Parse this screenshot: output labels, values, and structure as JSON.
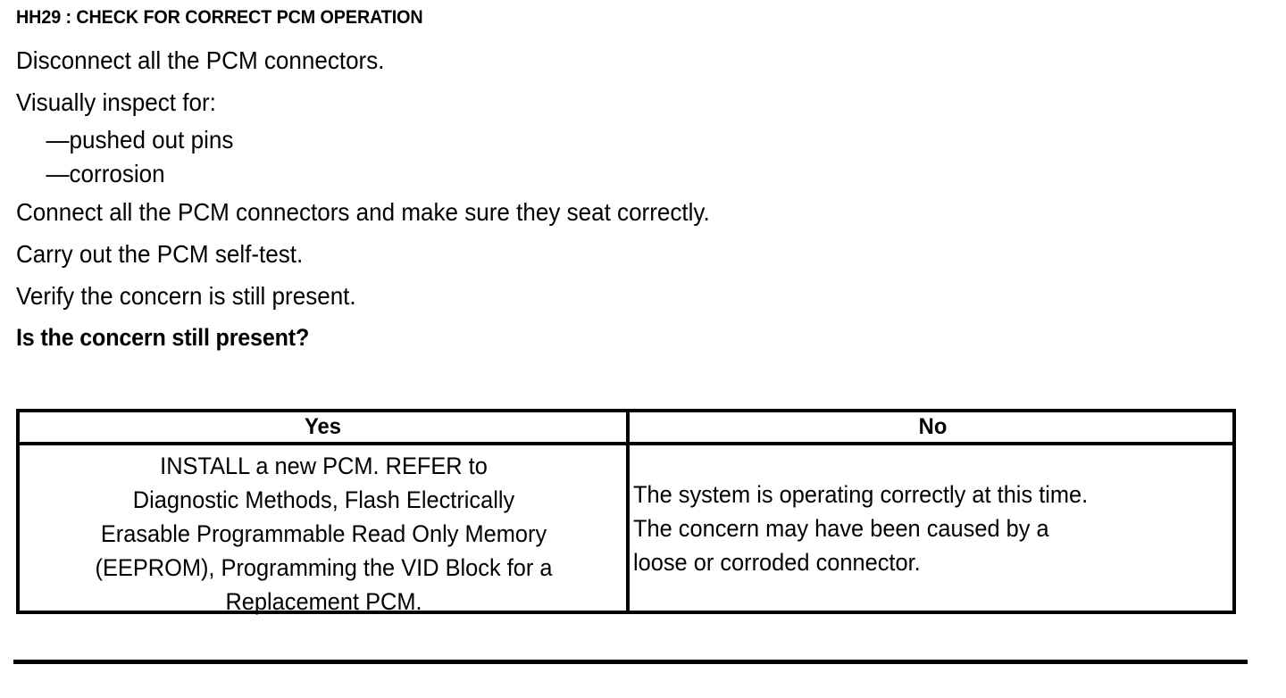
{
  "document": {
    "step_title": "HH29 : CHECK FOR CORRECT PCM OPERATION",
    "instructions": [
      {
        "text": "Disconnect all the PCM connectors.",
        "style": "normal"
      },
      {
        "text": "Visually inspect for:",
        "style": "normal"
      },
      {
        "text": "—pushed out pins",
        "style": "sub"
      },
      {
        "text": "—corrosion",
        "style": "sub"
      },
      {
        "text": "Connect all the PCM connectors and make sure they seat correctly.",
        "style": "normal"
      },
      {
        "text": "Carry out the PCM self-test.",
        "style": "normal"
      },
      {
        "text": "Verify the concern is still present.",
        "style": "normal"
      },
      {
        "text": "Is the concern still present?",
        "style": "question"
      }
    ]
  },
  "decision_table": {
    "headers": [
      "Yes",
      "No"
    ],
    "yes_cell": {
      "lines": [
        "INSTALL a new PCM.  REFER to",
        "Diagnostic Methods, Flash Electrically",
        "Erasable Programmable Read Only Memory",
        "(EEPROM), Programming the VID Block for a",
        "Replacement PCM."
      ]
    },
    "no_cell": {
      "lines": [
        "The system is operating correctly at this time.",
        "The concern may have been caused by a",
        "loose or corroded connector."
      ]
    }
  },
  "colors": {
    "ink": "#000000",
    "paper": "#ffffff"
  }
}
